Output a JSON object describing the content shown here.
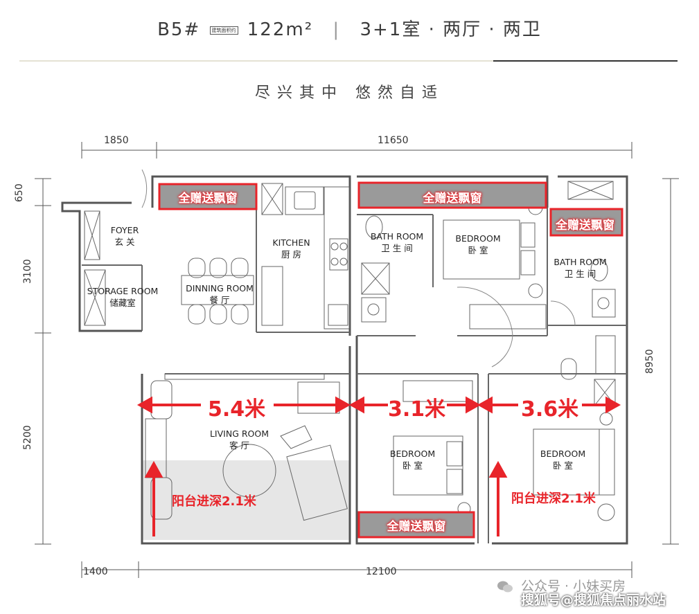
{
  "header": {
    "unit": "B5#",
    "area_badge": "建筑面积约",
    "area": "122m²",
    "layout": "3+1室 · 两厅 · 两卫"
  },
  "slogan": "尽兴其中  悠然自适",
  "dimensions": {
    "top_left": "1850",
    "top_right": "11650",
    "left_1": "650",
    "left_2": "3100",
    "left_3": "5200",
    "right": "8950",
    "bottom_left": "1400",
    "bottom_right": "12100"
  },
  "rooms": {
    "foyer": [
      "FOYER",
      "玄 关"
    ],
    "storage": [
      "STORAGE ROOM",
      "储藏室"
    ],
    "dining": [
      "DINNING ROOM",
      "餐 厅"
    ],
    "kitchen": [
      "KITCHEN",
      "厨 房"
    ],
    "bath1": [
      "BATH ROOM",
      "卫 生 间"
    ],
    "bedroom1": [
      "BEDROOM",
      "卧 室"
    ],
    "bath2": [
      "BATH ROOM",
      "卫 生 间"
    ],
    "living": [
      "LIVING ROOM",
      "客 厅"
    ],
    "bedroom2": [
      "BEDROOM",
      "卧 室"
    ],
    "bedroom3": [
      "BEDROOM",
      "卧 室"
    ]
  },
  "annotations": {
    "bay_window": "全赠送飘窗",
    "width_living": "5.4米",
    "width_bed2": "3.1米",
    "width_bed3": "3.6米",
    "balcony_depth": "阳台进深2.1米"
  },
  "colors": {
    "annotation_red": "#e8242a",
    "wall": "#555555",
    "balcony_gray": "#e6e6e6",
    "window_gray": "#9a9a9a"
  },
  "watermark": {
    "line1": "公众号 · 小妹买房",
    "line2": "搜狐号@搜狐焦点丽水站"
  }
}
